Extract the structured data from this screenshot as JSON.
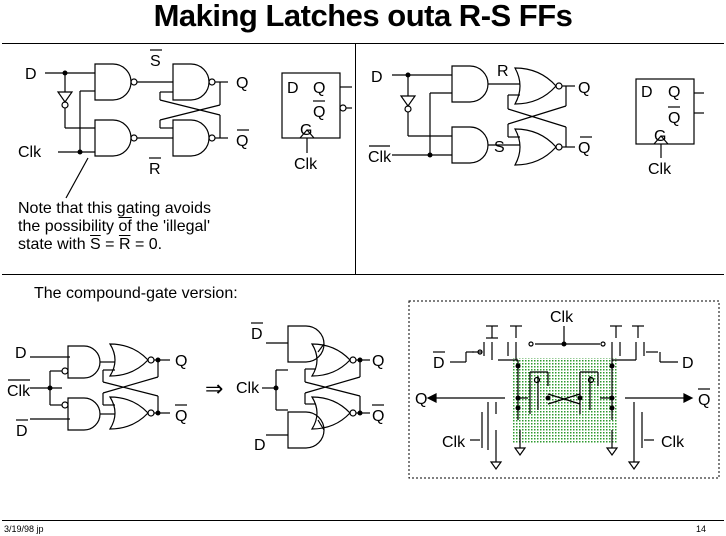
{
  "title": "Making Latches outa R-S  FFs",
  "note": {
    "line1": "Note that this gating avoids",
    "line2a": "the possibility ",
    "line2b": "of",
    "line2c": " the 'illegal'",
    "line3a": "state with ",
    "line3b": "S",
    "line3c": " = ",
    "line3d": "R",
    "line3e": " = 0."
  },
  "compound_label": "The compound-gate version:",
  "labels": {
    "D": "D",
    "S": "S",
    "R": "R",
    "Q": "Q",
    "Clk": "Clk",
    "G": "G",
    "implies": "⇒"
  },
  "footer": {
    "date": "3/19/98  jp",
    "page": "14"
  }
}
